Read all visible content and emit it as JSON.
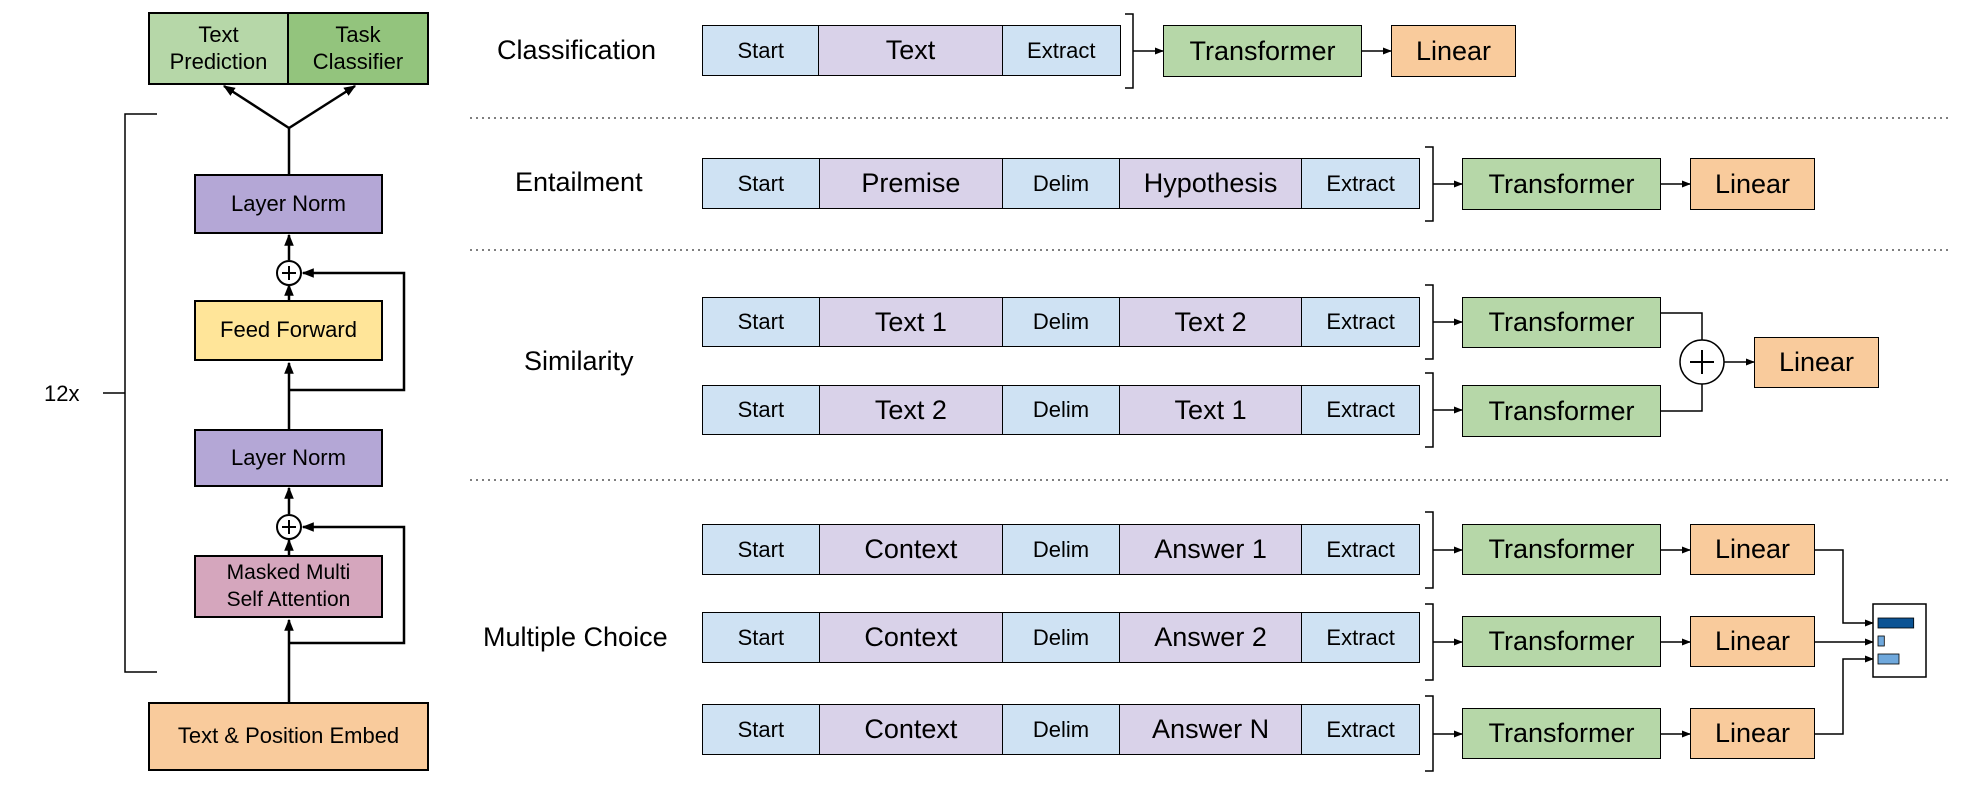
{
  "colors": {
    "block_bg": "#cfe2f3",
    "layer_norm": "#b4a7d6",
    "feed_forward": "#ffe599",
    "attention": "#d5a6bd",
    "embed": "#f9cb9c",
    "text_prediction": "#b6d7a8",
    "task_classifier": "#93c47d",
    "token_light": "#cfe2f3",
    "token_purple": "#d9d2e9",
    "transformer": "#b6d7a8",
    "linear": "#f9cb9c",
    "bar_dark": "#0b5394",
    "bar_light": "#6fa8dc"
  },
  "architecture": {
    "repeat_label": "12x",
    "heads": {
      "text_prediction": "Text\nPrediction",
      "task_classifier": "Task\nClassifier"
    },
    "layer_norm_top": "Layer Norm",
    "feed_forward": "Feed Forward",
    "layer_norm_bottom": "Layer Norm",
    "attention": "Masked Multi\nSelf Attention",
    "embed": "Text & Position Embed"
  },
  "tasks": {
    "classification": {
      "label": "Classification",
      "tokens": [
        "Start",
        "Text",
        "Extract"
      ],
      "transformer": "Transformer",
      "linear": "Linear"
    },
    "entailment": {
      "label": "Entailment",
      "tokens": [
        "Start",
        "Premise",
        "Delim",
        "Hypothesis",
        "Extract"
      ],
      "transformer": "Transformer",
      "linear": "Linear"
    },
    "similarity": {
      "label": "Similarity",
      "rows": [
        [
          "Start",
          "Text 1",
          "Delim",
          "Text 2",
          "Extract"
        ],
        [
          "Start",
          "Text 2",
          "Delim",
          "Text 1",
          "Extract"
        ]
      ],
      "transformer": "Transformer",
      "linear": "Linear"
    },
    "multiple_choice": {
      "label": "Multiple Choice",
      "rows": [
        [
          "Start",
          "Context",
          "Delim",
          "Answer 1",
          "Extract"
        ],
        [
          "Start",
          "Context",
          "Delim",
          "Answer 2",
          "Extract"
        ],
        [
          "Start",
          "Context",
          "Delim",
          "Answer N",
          "Extract"
        ]
      ],
      "transformer": "Transformer",
      "linear": "Linear",
      "softmax_bars": [
        0.85,
        0.15,
        0.5
      ]
    }
  }
}
